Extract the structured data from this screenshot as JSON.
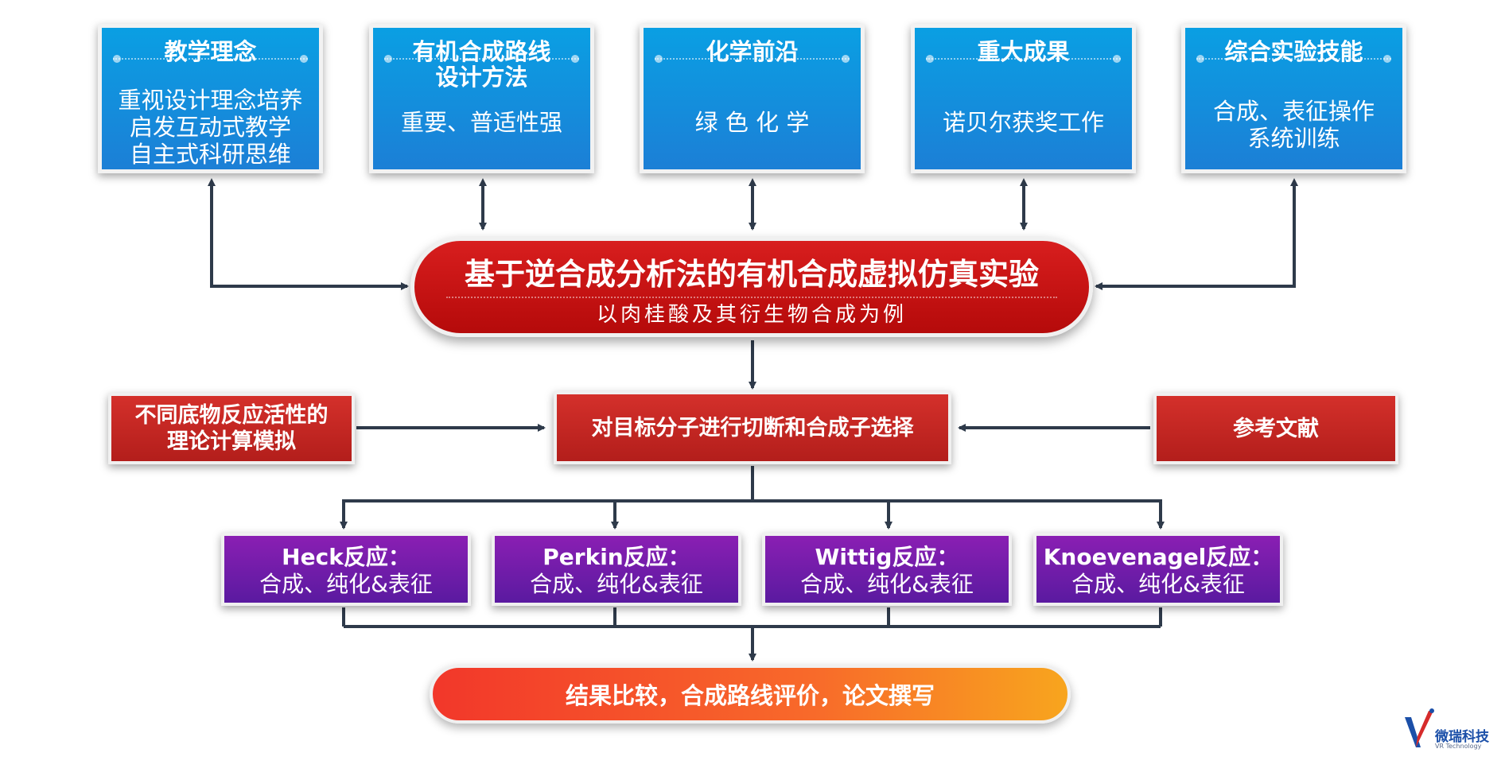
{
  "top_boxes": [
    {
      "title_lines": [
        "教学理念"
      ],
      "body": "重视设计理念培养\n启发互动式教学\n自主式科研思维"
    },
    {
      "title_lines": [
        "有机合成路线",
        "设计方法"
      ],
      "body": "重要、普适性强"
    },
    {
      "title_lines": [
        "化学前沿"
      ],
      "body": "绿 色 化 学"
    },
    {
      "title_lines": [
        "重大成果"
      ],
      "body": "诺贝尔获奖工作"
    },
    {
      "title_lines": [
        "综合实验技能"
      ],
      "body": "合成、表征操作\n系统训练"
    }
  ],
  "main": {
    "title": "基于逆合成分析法的有机合成虚拟仿真实验",
    "subtitle": "以肉桂酸及其衍生物合成为例"
  },
  "middle": {
    "left": "不同底物反应活性的\n理论计算模拟",
    "center": "对目标分子进行切断和合成子选择",
    "right": "参考文献"
  },
  "reactions": [
    {
      "title": "Heck反应：",
      "sub": "合成、纯化&表征"
    },
    {
      "title": "Perkin反应：",
      "sub": "合成、纯化&表征"
    },
    {
      "title": "Wittig反应：",
      "sub": "合成、纯化&表征"
    },
    {
      "title": "Knoevenagel反应：",
      "sub": "合成、纯化&表征"
    }
  ],
  "result": "结果比较，合成路线评价，论文撰写",
  "logo": {
    "name": "微瑞科技",
    "tagline": "VR Technology"
  },
  "colors": {
    "top_blue": "#0a9fe3",
    "main_red": "#c81414",
    "box_red": "#c4261f",
    "purple": "#6e1dab",
    "result_orange": "#f86a2a",
    "connector": "#2e3a4a"
  }
}
